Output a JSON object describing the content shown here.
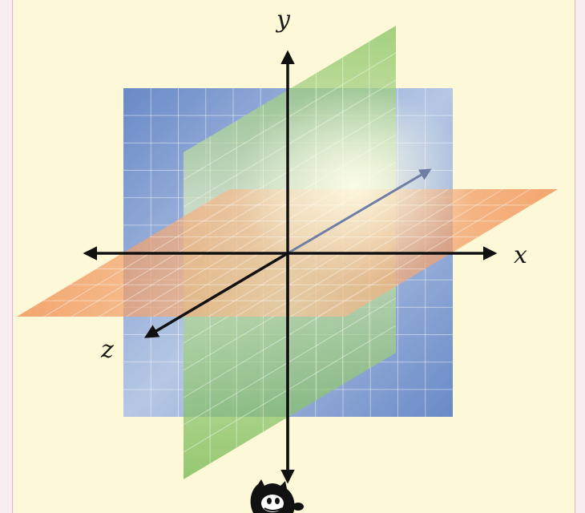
{
  "diagram": {
    "axes": {
      "x_label": "x",
      "y_label": "y",
      "z_label": "z"
    },
    "planes": {
      "xy_color": "#5f84c8",
      "yz_color": "#7fc05a",
      "xz_color": "#ef8a4a"
    },
    "colors": {
      "background": "#fdf8d8",
      "border": "#e2b8bc",
      "axis": "#111111",
      "grid": "#ffffff"
    },
    "icons": [
      "mascot-logo-icon"
    ]
  }
}
